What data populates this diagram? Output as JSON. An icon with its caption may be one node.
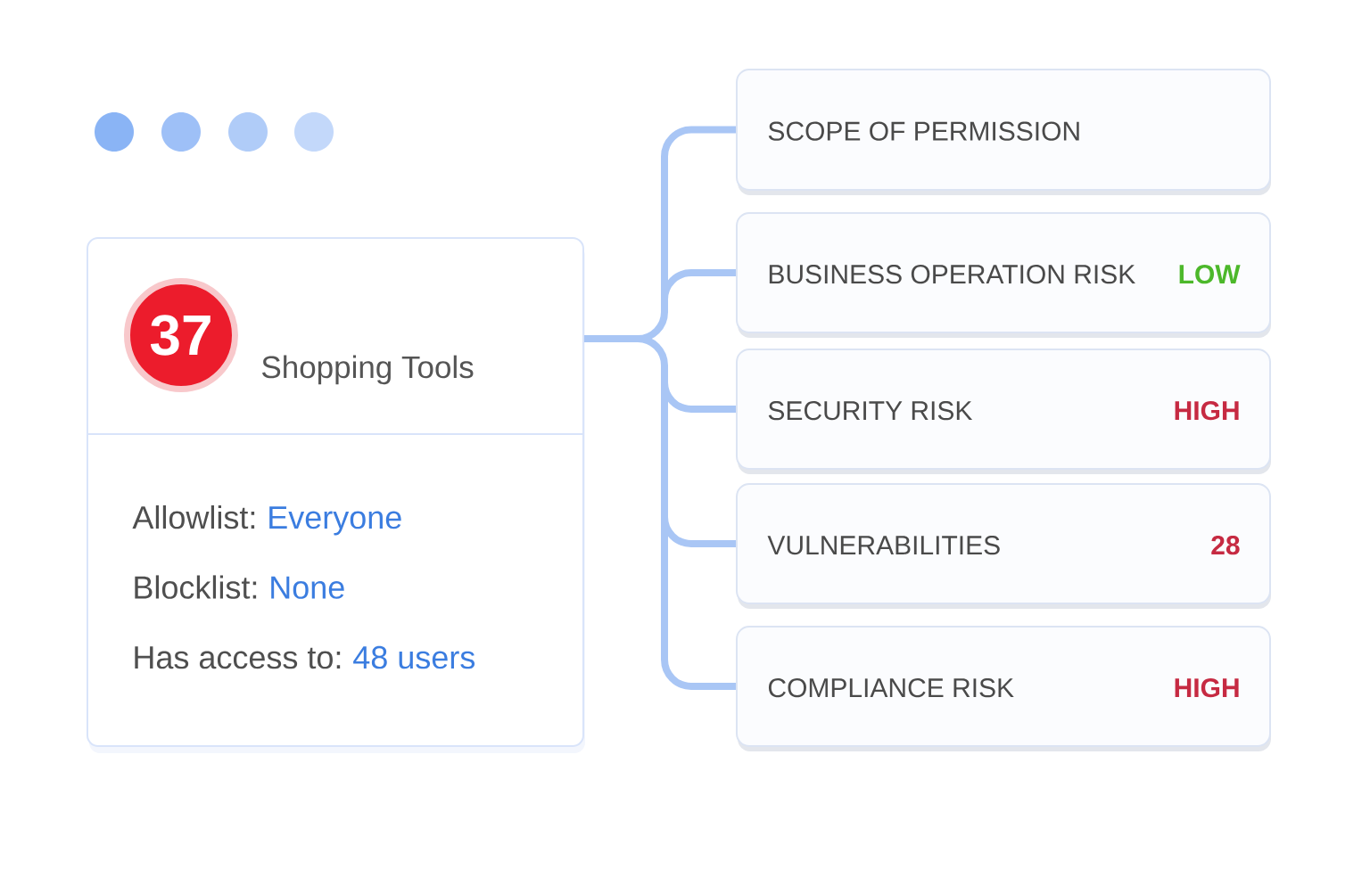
{
  "diagram": {
    "nodes": [
      {
        "text": [
          "Shopping Tools",
          "Allowlist:",
          "Everyone",
          "Blocklist:",
          "None",
          "Has access to:",
          "48 users"
        ]
      },
      {
        "text": [
          "37"
        ],
        "in": 0
      },
      {
        "text": [
          "SCOPE OF PERMISSION"
        ]
      },
      {
        "text": [
          "BUSINESS OPERATION RISK",
          "LOW"
        ]
      },
      {
        "text": [
          "SECURITY RISK",
          "HIGH"
        ]
      },
      {
        "text": [
          "VULNERABILITIES",
          "28"
        ]
      },
      {
        "text": [
          "COMPLIANCE RISK",
          "HIGH"
        ]
      }
    ],
    "edges": [
      {
        "from": 0,
        "to": 2,
        "arrow": "none"
      },
      {
        "from": 0,
        "to": 3,
        "arrow": "none"
      },
      {
        "from": 0,
        "to": 4,
        "arrow": "none"
      },
      {
        "from": 0,
        "to": 5,
        "arrow": "none"
      },
      {
        "from": 0,
        "to": 6,
        "arrow": "none"
      }
    ]
  }
}
